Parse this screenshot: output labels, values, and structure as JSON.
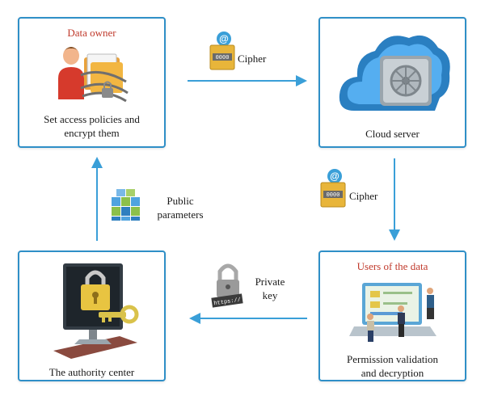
{
  "nodes": {
    "data_owner": {
      "title": "Data owner",
      "line1": "Set access policies and",
      "line2": "encrypt them"
    },
    "cloud_server": {
      "label": "Cloud server"
    },
    "users": {
      "title": "Users of the data",
      "line1": "Permission validation",
      "line2": "and decryption"
    },
    "authority": {
      "label": "The authority center"
    }
  },
  "edges": {
    "owner_to_cloud": {
      "label": "Cipher"
    },
    "cloud_to_users": {
      "label": "Cipher"
    },
    "users_to_authority": {
      "line1": "Private",
      "line2": "key"
    },
    "authority_to_owner": {
      "line1": "Public",
      "line2": "parameters"
    }
  },
  "icon_text": {
    "cipher_box": "0000",
    "key_tag": "https://"
  },
  "colors": {
    "border": "#2f8fc7",
    "arrow": "#3a9fd8",
    "title_red": "#c0392b"
  }
}
